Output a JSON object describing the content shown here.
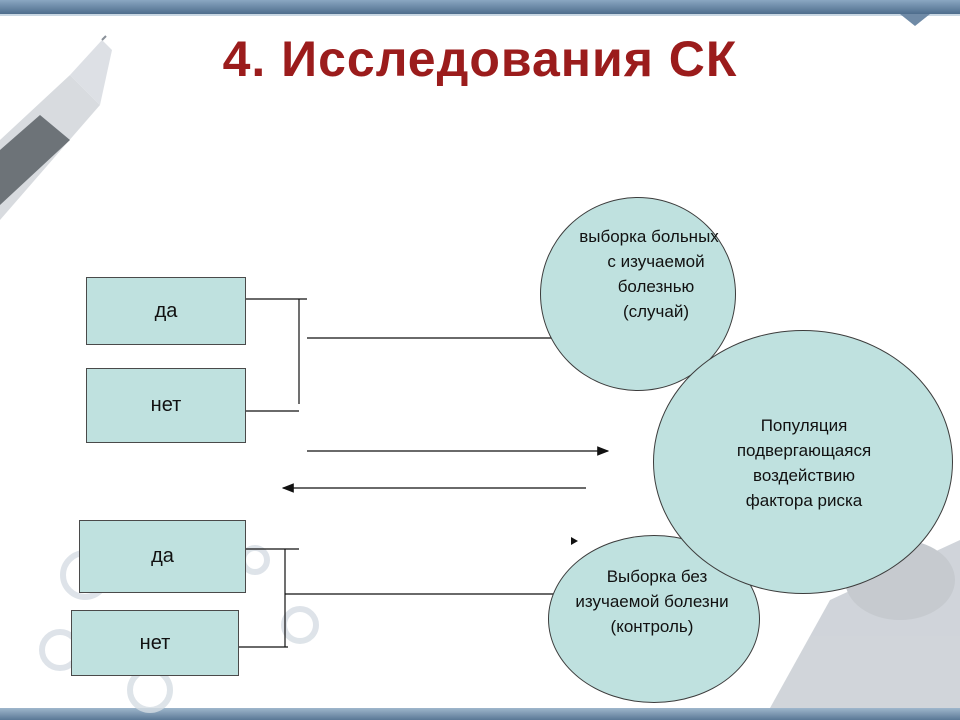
{
  "slide": {
    "title": "4. Исследования СК"
  },
  "boxes": {
    "cases_yes": "да",
    "cases_no": "нет",
    "controls_yes": "да",
    "controls_no": "нет"
  },
  "circles": {
    "cases": [
      "выборка больных",
      "с изучаемой",
      "болезнью",
      "(случай)"
    ],
    "population": [
      "Популяция",
      "подвергающаяся",
      "воздействию",
      "фактора риска"
    ],
    "controls": [
      "Выборка без",
      "изучаемой болезни",
      "(контроль)"
    ]
  },
  "colors": {
    "title": "#9b1c1c",
    "shape_fill": "#bfe1df",
    "line": "#111111"
  }
}
